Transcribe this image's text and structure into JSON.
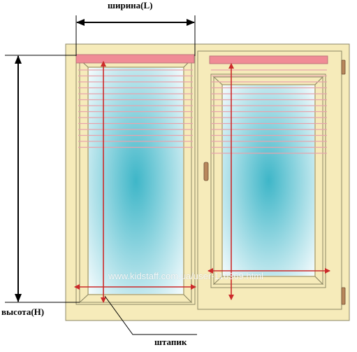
{
  "labels": {
    "width": "ширина(L)",
    "height": "высота(H)",
    "glazing_bead": "штапик"
  },
  "watermark": "www.kidstaff.com.ua/user-116369.html",
  "colors": {
    "frame_fill": "#f6ebba",
    "frame_stroke": "#8c8764",
    "glass_center": "#3eb6c8",
    "glass_edge": "#f4fbfd",
    "blind_top": "#f08c96",
    "slat": "#e8a3ad",
    "measure_arrow": "#cc2a2a",
    "dim_arrow": "#000000",
    "handle": "#b8875c"
  },
  "icons": {
    "handle": "window-handle-icon",
    "hinge": "hinge-icon"
  }
}
